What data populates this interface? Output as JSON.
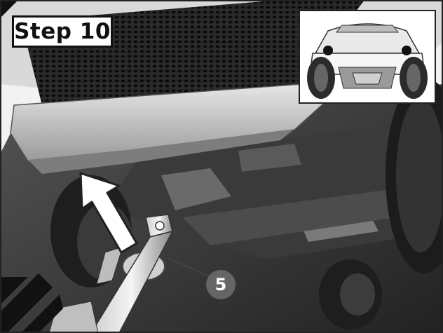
{
  "step_label": "Step 10",
  "part_number": "5",
  "icons": {
    "arrow": "upward-arrow-icon",
    "callout": "part-number-callout"
  },
  "colors": {
    "frame": "#222222",
    "callout_fill": "#666666",
    "arrow_fill": "#ffffff"
  }
}
